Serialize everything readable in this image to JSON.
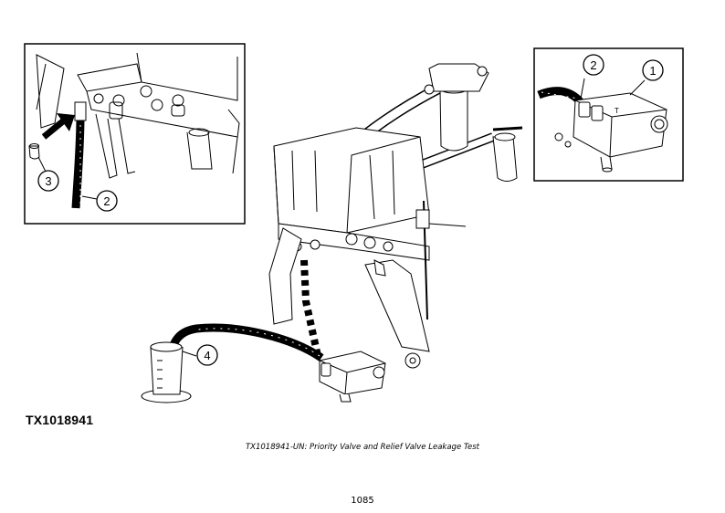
{
  "figure": {
    "id": "TX1018941",
    "caption": "TX1018941-UN: Priority Valve and Relief Valve Leakage Test",
    "callouts": {
      "left_inset": [
        "3",
        "2"
      ],
      "right_inset": [
        "2",
        "1",
        "T"
      ],
      "main": [
        "4"
      ]
    }
  },
  "page": {
    "number": "1085"
  }
}
